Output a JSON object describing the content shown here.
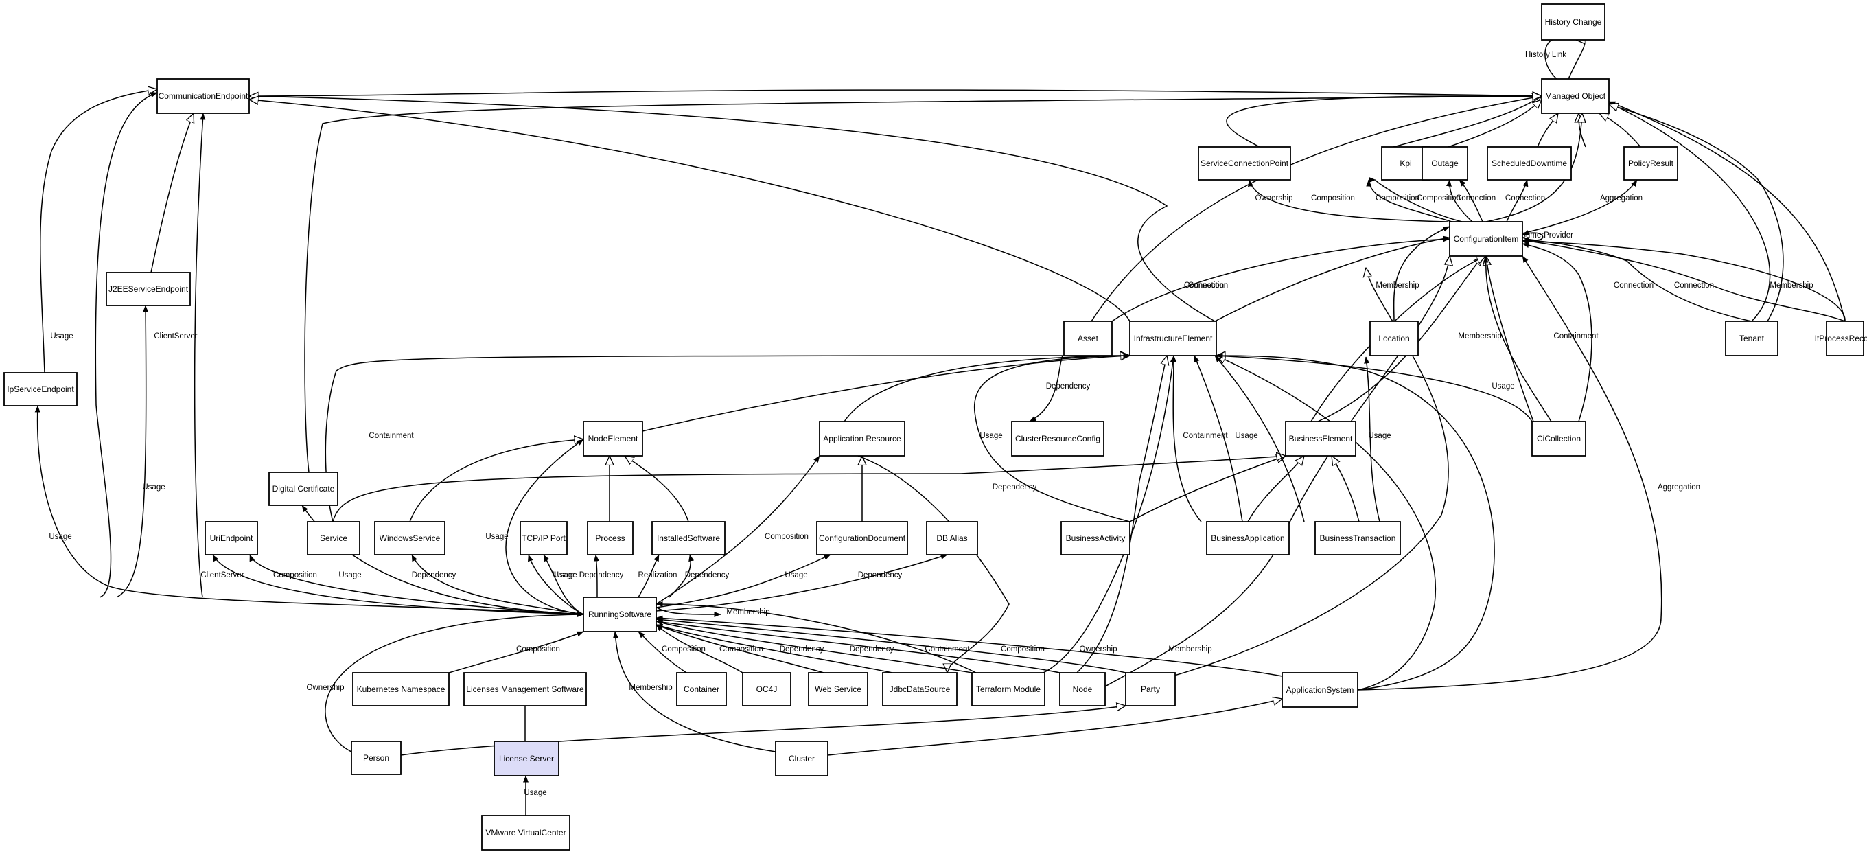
{
  "diagram": {
    "nodes": [
      {
        "id": "history_change",
        "label": "History Change"
      },
      {
        "id": "managed_object",
        "label": "Managed Object"
      },
      {
        "id": "communication_endpoint",
        "label": "CommunicationEndpoint"
      },
      {
        "id": "service_connection_point",
        "label": "ServiceConnectionPoint"
      },
      {
        "id": "kpi",
        "label": "Kpi"
      },
      {
        "id": "outage",
        "label": "Outage"
      },
      {
        "id": "scheduled_downtime",
        "label": "ScheduledDowntime"
      },
      {
        "id": "policy_result",
        "label": "PolicyResult"
      },
      {
        "id": "configuration_item",
        "label": "ConfigurationItem"
      },
      {
        "id": "j2ee_service_endpoint",
        "label": "J2EEServiceEndpoint"
      },
      {
        "id": "asset",
        "label": "Asset"
      },
      {
        "id": "infrastructure_element",
        "label": "InfrastructureElement"
      },
      {
        "id": "location",
        "label": "Location"
      },
      {
        "id": "tenant",
        "label": "Tenant"
      },
      {
        "id": "it_process_record",
        "label": "ItProcessRecord"
      },
      {
        "id": "ip_service_endpoint",
        "label": "IpServiceEndpoint"
      },
      {
        "id": "node_element",
        "label": "NodeElement"
      },
      {
        "id": "application_resource",
        "label": "Application Resource"
      },
      {
        "id": "cluster_resource_config",
        "label": "ClusterResourceConfig"
      },
      {
        "id": "business_element",
        "label": "BusinessElement"
      },
      {
        "id": "ci_collection",
        "label": "CiCollection"
      },
      {
        "id": "digital_certificate",
        "label": "Digital Certificate"
      },
      {
        "id": "uri_endpoint",
        "label": "UriEndpoint"
      },
      {
        "id": "service",
        "label": "Service"
      },
      {
        "id": "windows_service",
        "label": "WindowsService"
      },
      {
        "id": "tcpip_port",
        "label": "TCP/IP Port"
      },
      {
        "id": "process",
        "label": "Process"
      },
      {
        "id": "installed_software",
        "label": "InstalledSoftware"
      },
      {
        "id": "configuration_document",
        "label": "ConfigurationDocument"
      },
      {
        "id": "db_alias",
        "label": "DB Alias"
      },
      {
        "id": "business_activity",
        "label": "BusinessActivity"
      },
      {
        "id": "business_application",
        "label": "BusinessApplication"
      },
      {
        "id": "business_transaction",
        "label": "BusinessTransaction"
      },
      {
        "id": "running_software",
        "label": "RunningSoftware"
      },
      {
        "id": "kubernetes_namespace",
        "label": "Kubernetes Namespace"
      },
      {
        "id": "licenses_management_software",
        "label": "Licenses Management Software"
      },
      {
        "id": "container",
        "label": "Container"
      },
      {
        "id": "oc4j",
        "label": "OC4J"
      },
      {
        "id": "web_service",
        "label": "Web Service"
      },
      {
        "id": "jdbc_data_source",
        "label": "JdbcDataSource"
      },
      {
        "id": "terraform_module",
        "label": "Terraform Module"
      },
      {
        "id": "node",
        "label": "Node"
      },
      {
        "id": "party",
        "label": "Party"
      },
      {
        "id": "application_system",
        "label": "ApplicationSystem"
      },
      {
        "id": "person",
        "label": "Person"
      },
      {
        "id": "license_server",
        "label": "License Server",
        "highlight": true
      },
      {
        "id": "cluster",
        "label": "Cluster"
      },
      {
        "id": "vmware_virtual_center",
        "label": "VMware VirtualCenter"
      }
    ],
    "edges": [
      {
        "label": "History Link"
      },
      {
        "label": "Ownership"
      },
      {
        "label": "Composition"
      },
      {
        "label": "Composition"
      },
      {
        "label": "Composition"
      },
      {
        "label": "Connection"
      },
      {
        "label": "Connection"
      },
      {
        "label": "Aggregation"
      },
      {
        "label": "ConsumerProvider"
      },
      {
        "label": "Connection"
      },
      {
        "label": "Membership"
      },
      {
        "label": "Connection"
      },
      {
        "label": "Connection"
      },
      {
        "label": "Membership"
      },
      {
        "label": "Membership"
      },
      {
        "label": "Containment"
      },
      {
        "label": "Connection"
      },
      {
        "label": "Usage"
      },
      {
        "label": "ClientServer"
      },
      {
        "label": "Usage"
      },
      {
        "label": "Usage"
      },
      {
        "label": "Containment"
      },
      {
        "label": "Dependency"
      },
      {
        "label": "Usage"
      },
      {
        "label": "Usage"
      },
      {
        "label": "Containment"
      },
      {
        "label": "Usage"
      },
      {
        "label": "Usage"
      },
      {
        "label": "Usage"
      },
      {
        "label": "Aggregation"
      },
      {
        "label": "Usage"
      },
      {
        "label": "ClientServer"
      },
      {
        "label": "Composition"
      },
      {
        "label": "Usage"
      },
      {
        "label": "Dependency"
      },
      {
        "label": "Usage"
      },
      {
        "label": "Usage"
      },
      {
        "label": "Dependency"
      },
      {
        "label": "Realization"
      },
      {
        "label": "Dependency"
      },
      {
        "label": "Composition"
      },
      {
        "label": "Usage"
      },
      {
        "label": "Dependency"
      },
      {
        "label": "Dependency"
      },
      {
        "label": "Membership"
      },
      {
        "label": "Composition"
      },
      {
        "label": "Composition"
      },
      {
        "label": "Composition"
      },
      {
        "label": "Dependency"
      },
      {
        "label": "Dependency"
      },
      {
        "label": "Containment"
      },
      {
        "label": "Composition"
      },
      {
        "label": "Ownership"
      },
      {
        "label": "Membership"
      },
      {
        "label": "Ownership"
      },
      {
        "label": "Membership"
      },
      {
        "label": "Usage"
      }
    ]
  }
}
